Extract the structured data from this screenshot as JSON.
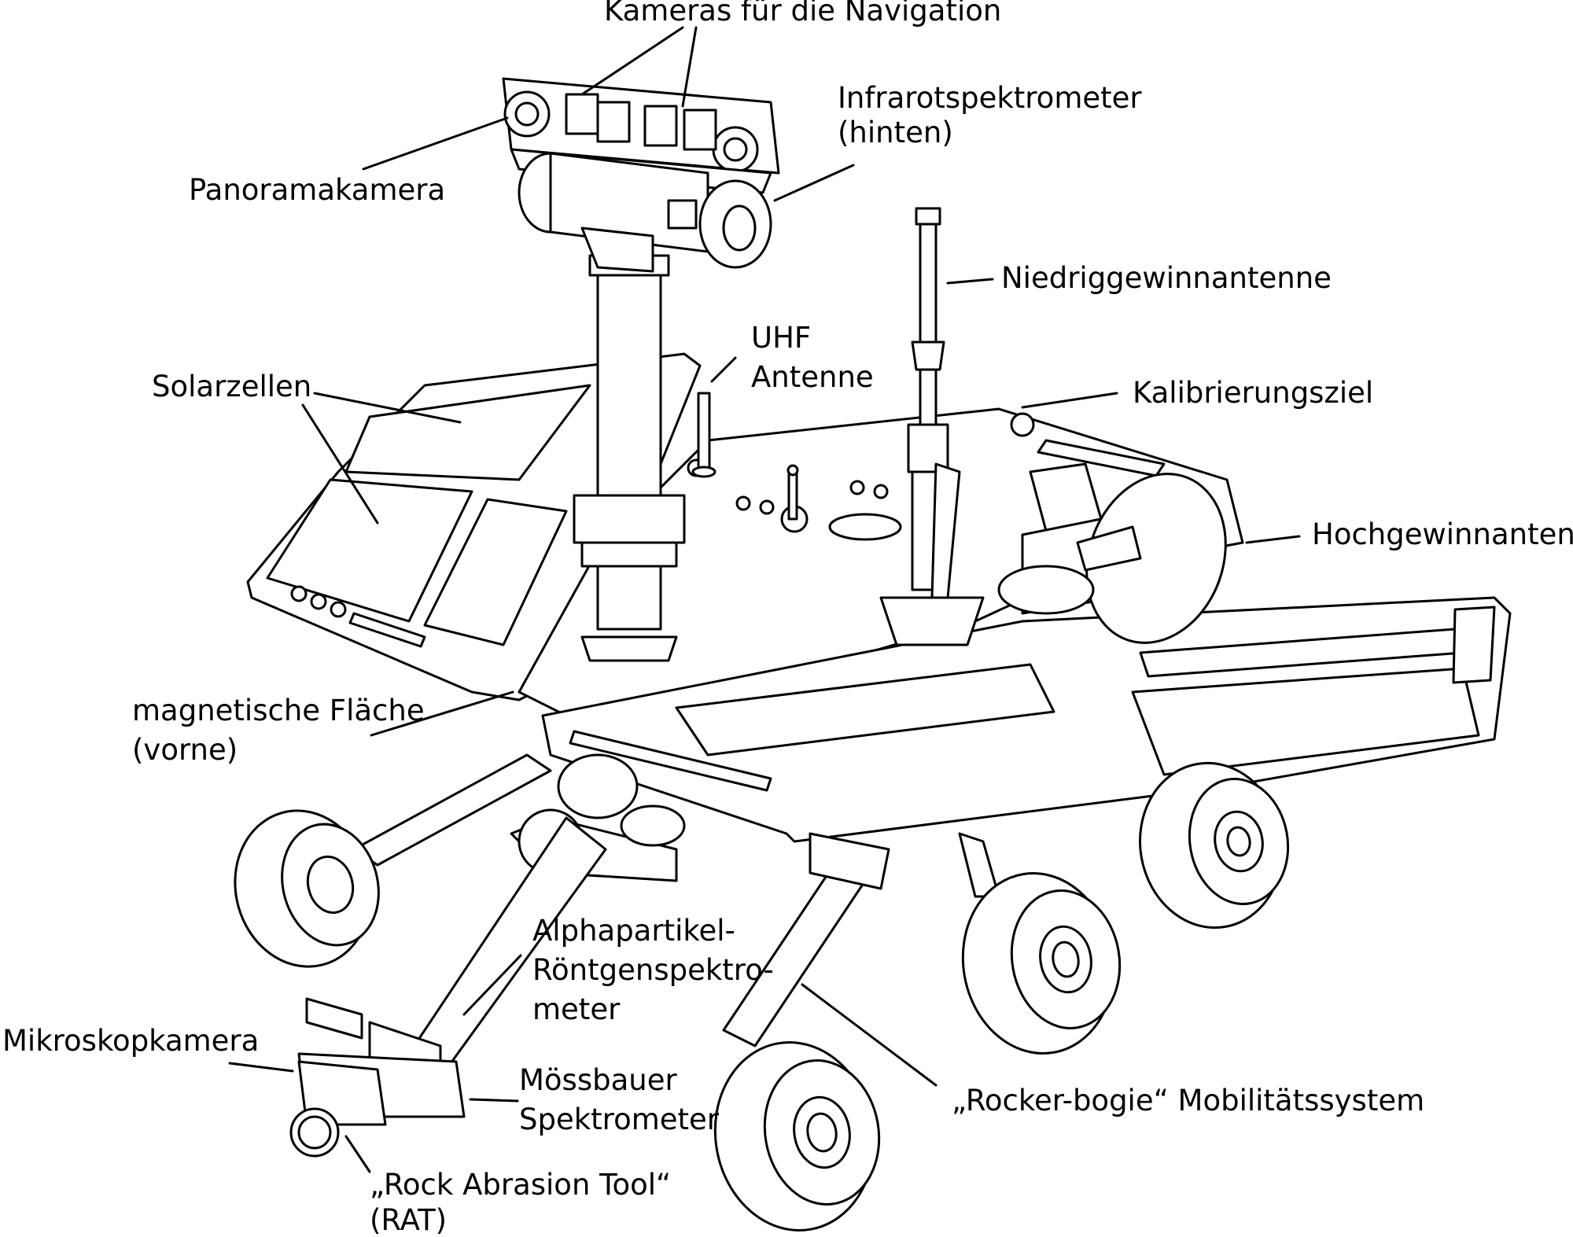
{
  "labels": {
    "nav_cameras": "Kameras für die Navigation",
    "ir_spectrometer_line1": "Infrarotspektrometer",
    "ir_spectrometer_line2": "(hinten)",
    "panorama_camera": "Panoramakamera",
    "low_gain_antenna": "Niedriggewinnantenne",
    "uhf_line1": "UHF",
    "uhf_line2": "Antenne",
    "solar_cells": "Solarzellen",
    "calibration_target": "Kalibrierungsziel",
    "high_gain_antenna": "Hochgewinnantenne",
    "magnetic_line1": "magnetische Fläche",
    "magnetic_line2": "(vorne)",
    "apxs_line1": "Alphapartikel-",
    "apxs_line2": "Röntgenspektro-",
    "apxs_line3": "meter",
    "microscope_camera": "Mikroskopkamera",
    "mossbauer_line1": "Mössbauer",
    "mossbauer_line2": "Spektrometer",
    "rocker_bogie": "„Rocker-bogie“ Mobilitätssystem",
    "rat_line1": "„Rock Abrasion Tool“",
    "rat_line2": "(RAT)"
  }
}
